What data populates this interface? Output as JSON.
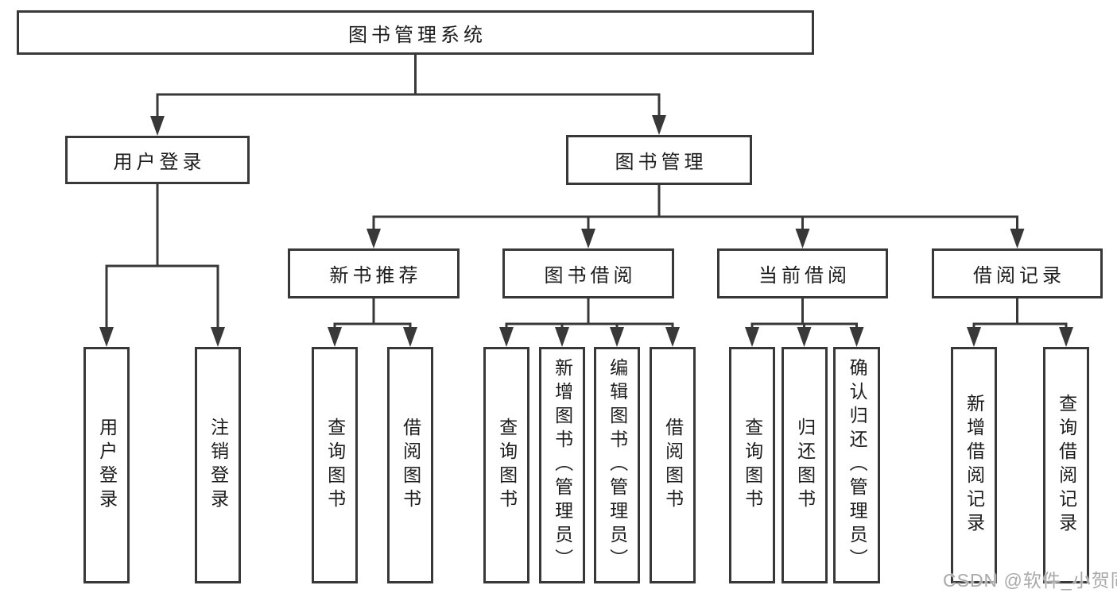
{
  "colors": {
    "line": "#383838",
    "text": "#1c1c1c",
    "box_bg": "#ffffff",
    "watermark": "#a9a9a9"
  },
  "tree": {
    "root": {
      "label": "图书管理系统"
    },
    "branches": {
      "user_login": {
        "label": "用户登录",
        "children": [
          {
            "label": "用户登录"
          },
          {
            "label": "注销登录"
          }
        ]
      },
      "book_mgmt": {
        "label": "图书管理",
        "children": [
          {
            "label": "新书推荐",
            "children": [
              {
                "label": "查询图书"
              },
              {
                "label": "借阅图书"
              }
            ]
          },
          {
            "label": "图书借阅",
            "children": [
              {
                "label": "查询图书"
              },
              {
                "label": "新增图书（管理员）"
              },
              {
                "label": "编辑图书（管理员）"
              },
              {
                "label": "借阅图书"
              }
            ]
          },
          {
            "label": "当前借阅",
            "children": [
              {
                "label": "查询图书"
              },
              {
                "label": "归还图书"
              },
              {
                "label": "确认归还（管理员）"
              }
            ]
          },
          {
            "label": "借阅记录",
            "children": [
              {
                "label": "新增借阅记录"
              },
              {
                "label": "查询借阅记录"
              }
            ]
          }
        ]
      }
    }
  },
  "watermark": {
    "text": "CSDN @软件_小贺同学"
  }
}
